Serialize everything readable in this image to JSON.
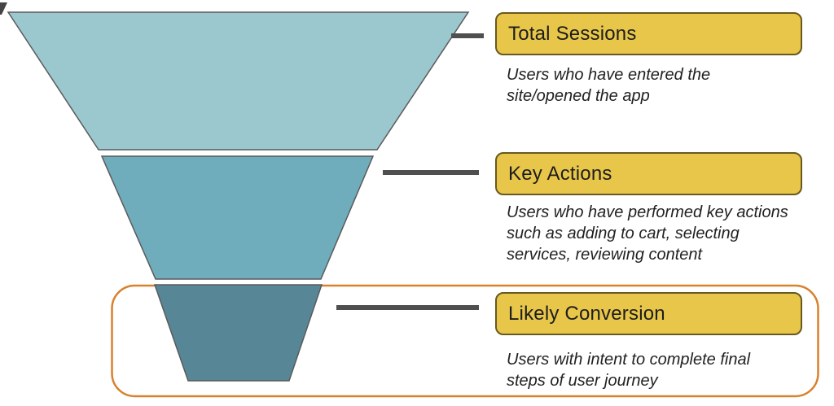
{
  "diagram": {
    "type": "funnel",
    "stages": [
      {
        "label": "Total Sessions",
        "description": "Users who have entered the site/opened the app",
        "description_lines": [
          "Users who have entered the",
          "site/opened the app"
        ],
        "color": "#9bc8cf",
        "highlighted": false
      },
      {
        "label": "Key Actions",
        "description": "Users who have performed key actions such as adding to cart, selecting services, reviewing content",
        "description_lines": [
          "Users who have performed key actions",
          "such as adding to cart, selecting",
          "services, reviewing content"
        ],
        "color": "#6fadbc",
        "highlighted": false
      },
      {
        "label": "Likely Conversion",
        "description": "Users with intent to complete final steps of user journey",
        "description_lines": [
          "Users with intent to complete final",
          "steps of user journey"
        ],
        "color": "#578797",
        "highlighted": true
      }
    ],
    "colors": {
      "background": "#ffffff",
      "segment_stroke": "#5a5a5a",
      "connector": "#4f4f4f",
      "label_fill": "#e8c64a",
      "label_border": "#68591f",
      "label_text": "#1d1d1d",
      "description_text": "#222222",
      "highlight_border": "#d9812d",
      "artifact": "#444444"
    }
  }
}
